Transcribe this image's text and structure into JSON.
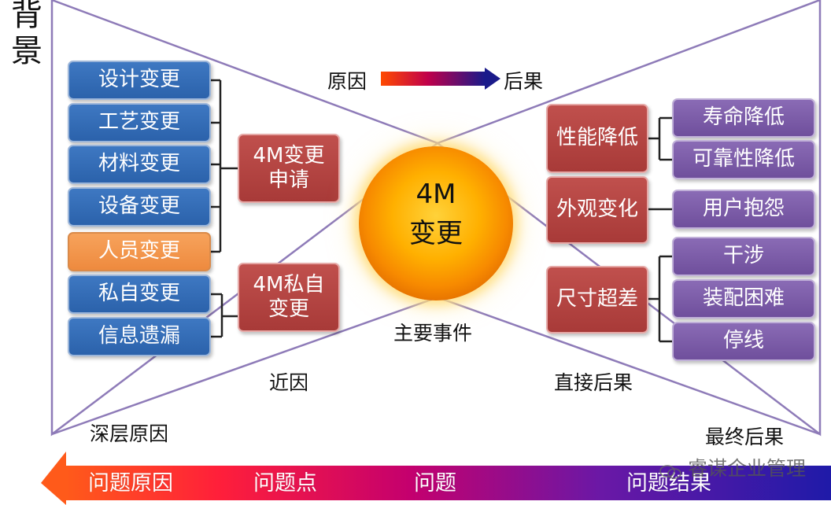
{
  "side_title": "背景",
  "arrow_top": {
    "left": "原因",
    "right": "后果"
  },
  "center": {
    "line1": "4M",
    "line2": "变更",
    "caption": "主要事件"
  },
  "left_changes": [
    "设计变更",
    "工艺变更",
    "材料变更",
    "设备变更",
    "人员变更",
    "私自变更",
    "信息遗漏"
  ],
  "left_groups": {
    "apply": "4M变更申请",
    "private": "4M私自变更"
  },
  "right_effects": {
    "perf": "性能降低",
    "appearance": "外观变化",
    "size": "尺寸超差"
  },
  "right_results": [
    "寿命降低",
    "可靠性降低",
    "用户抱怨",
    "干涉",
    "装配困难",
    "停线"
  ],
  "axis_labels": {
    "near_cause": "近因",
    "direct_result": "直接后果",
    "deep_cause": "深层原因",
    "final_result": "最终后果"
  },
  "bottom_bar": [
    "问题原因",
    "问题点",
    "问题",
    "问题结果"
  ],
  "watermark": "睿谋企业管理",
  "colors": {
    "blue": "#2e66b0",
    "orange": "#f0913f",
    "red": "#b34341",
    "purple": "#7a58a6",
    "frame": "#8e7bb8"
  }
}
